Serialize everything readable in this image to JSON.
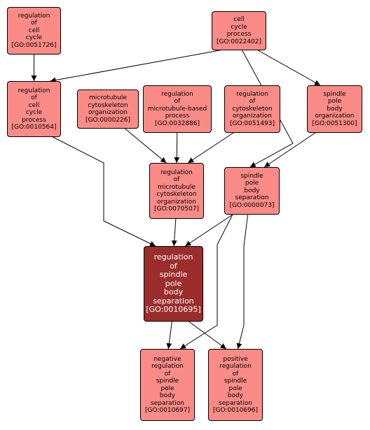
{
  "colors": {
    "node_fill": "#fa8b87",
    "focus_fill": "#9b2d2d",
    "edge": "#000000",
    "background": "#ffffff"
  },
  "nodes": [
    {
      "id": "GO:0051726",
      "lines": [
        "regulation",
        "of",
        "cell",
        "cycle",
        "[GO:0051726]"
      ]
    },
    {
      "id": "GO:0022402",
      "lines": [
        "cell",
        "cycle",
        "process",
        "[GO:0022402]"
      ]
    },
    {
      "id": "GO:0010564",
      "lines": [
        "regulation",
        "of",
        "cell",
        "cycle",
        "process",
        "[GO:0010564]"
      ]
    },
    {
      "id": "GO:0000226",
      "lines": [
        "microtubule",
        "cytoskeleton",
        "organization",
        "[GO:0000226]"
      ]
    },
    {
      "id": "GO:0032886",
      "lines": [
        "regulation",
        "of",
        "microtubule-based",
        "process",
        "[GO:0032886]"
      ]
    },
    {
      "id": "GO:0051493",
      "lines": [
        "regulation",
        "of",
        "cytoskeleton",
        "organization",
        "[GO:0051493]"
      ]
    },
    {
      "id": "GO:0051300",
      "lines": [
        "spindle",
        "pole",
        "body",
        "organization",
        "[GO:0051300]"
      ]
    },
    {
      "id": "GO:0070507",
      "lines": [
        "regulation",
        "of",
        "microtubule",
        "cytoskeleton",
        "organization",
        "[GO:0070507]"
      ]
    },
    {
      "id": "GO:0000073",
      "lines": [
        "spindle",
        "pole",
        "body",
        "separation",
        "[GO:0000073]"
      ]
    },
    {
      "id": "GO:0010695",
      "lines": [
        "regulation",
        "of",
        "spindle",
        "pole",
        "body",
        "separation",
        "[GO:0010695]"
      ]
    },
    {
      "id": "GO:0010697",
      "lines": [
        "negative",
        "regulation",
        "of",
        "spindle",
        "pole",
        "body",
        "separation",
        "[GO:0010697]"
      ]
    },
    {
      "id": "GO:0010696",
      "lines": [
        "positive",
        "regulation",
        "of",
        "spindle",
        "pole",
        "body",
        "separation",
        "[GO:0010696]"
      ]
    }
  ],
  "edges": [
    {
      "from": "GO:0051726",
      "to": "GO:0010564"
    },
    {
      "from": "GO:0022402",
      "to": "GO:0010564"
    },
    {
      "from": "GO:0022402",
      "to": "GO:0051300"
    },
    {
      "from": "GO:0022402",
      "to": "GO:0000073"
    },
    {
      "from": "GO:0010564",
      "to": "GO:0010695"
    },
    {
      "from": "GO:0000226",
      "to": "GO:0070507"
    },
    {
      "from": "GO:0032886",
      "to": "GO:0070507"
    },
    {
      "from": "GO:0051493",
      "to": "GO:0070507"
    },
    {
      "from": "GO:0051300",
      "to": "GO:0000073"
    },
    {
      "from": "GO:0070507",
      "to": "GO:0010695"
    },
    {
      "from": "GO:0000073",
      "to": "GO:0010695"
    },
    {
      "from": "GO:0000073",
      "to": "GO:0010697"
    },
    {
      "from": "GO:0000073",
      "to": "GO:0010696"
    },
    {
      "from": "GO:0010695",
      "to": "GO:0010697"
    },
    {
      "from": "GO:0010695",
      "to": "GO:0010696"
    }
  ]
}
